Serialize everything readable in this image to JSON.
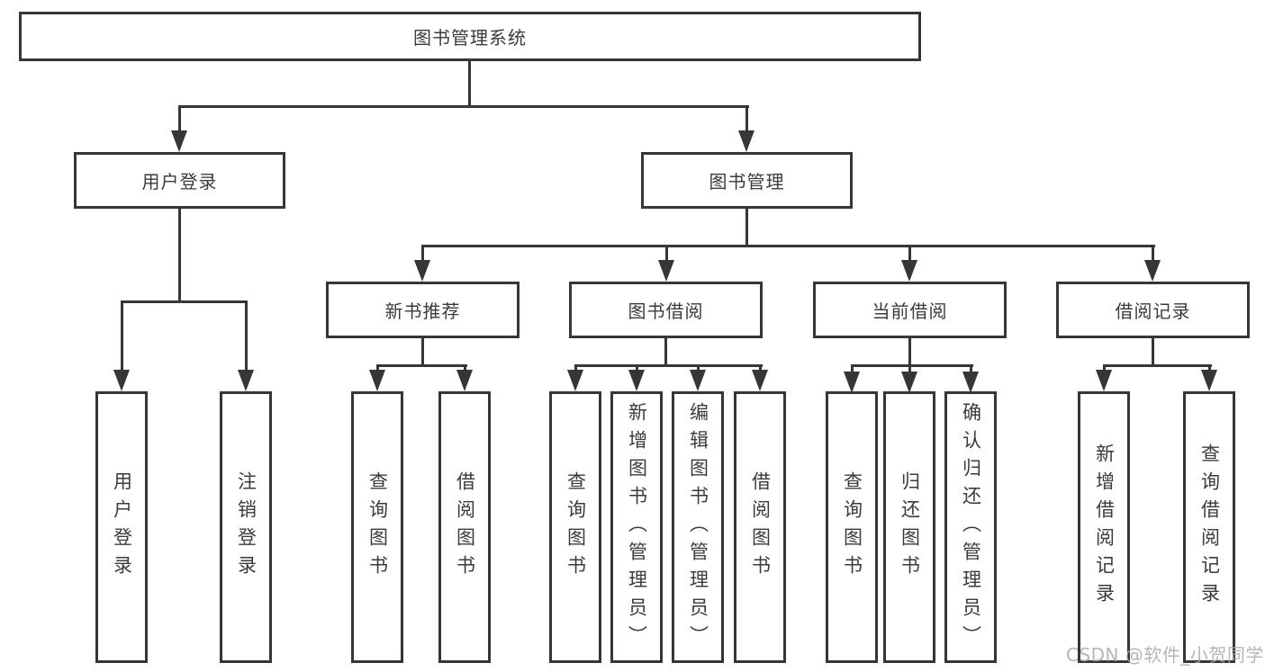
{
  "diagram": {
    "title_node": {
      "label": "图书管理系统"
    },
    "level2": [
      {
        "id": "user-login-group",
        "label": "用户登录"
      },
      {
        "id": "book-management",
        "label": "图书管理"
      }
    ],
    "level3": [
      {
        "id": "new-book-recommend",
        "label": "新书推荐"
      },
      {
        "id": "book-borrowing",
        "label": "图书借阅"
      },
      {
        "id": "current-borrowing",
        "label": "当前借阅"
      },
      {
        "id": "borrowing-records",
        "label": "借阅记录"
      }
    ],
    "leaves": {
      "user_login": [
        {
          "label": "用户登录"
        },
        {
          "label": "注销登录"
        }
      ],
      "new_book_recommend": [
        {
          "label": "查询图书"
        },
        {
          "label": "借阅图书"
        }
      ],
      "book_borrowing": [
        {
          "label": "查询图书"
        },
        {
          "label": "新增图书（管理员）"
        },
        {
          "label": "编辑图书（管理员）"
        },
        {
          "label": "借阅图书"
        }
      ],
      "current_borrowing": [
        {
          "label": "查询图书"
        },
        {
          "label": "归还图书"
        },
        {
          "label": "确认归还（管理员）"
        }
      ],
      "borrowing_records": [
        {
          "label": "新增借阅记录"
        },
        {
          "label": "查询借阅记录"
        }
      ]
    }
  },
  "watermark": {
    "text": "CSDN @软件_小贺同学"
  },
  "colors": {
    "line": "#363636",
    "text": "#3b3b3b",
    "background": "#ffffff",
    "watermark": "#a9a9a9"
  }
}
